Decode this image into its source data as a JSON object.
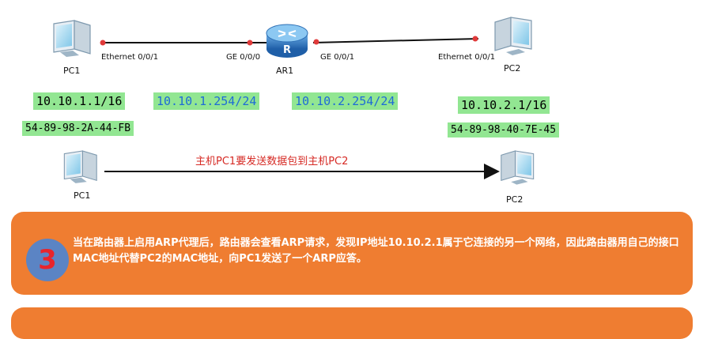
{
  "topology": {
    "pc1": {
      "name": "PC1",
      "interface": "Ethernet 0/0/1",
      "ip": "10.10.1.1/16",
      "mac": "54-89-98-2A-44-FB"
    },
    "router": {
      "name": "AR1",
      "icon_letter": "R",
      "left_interface": "GE 0/0/0",
      "right_interface": "GE 0/0/1",
      "left_ip": "10.10.1.254/24",
      "right_ip": "10.10.2.254/24"
    },
    "pc2": {
      "name": "PC2",
      "interface": "Ethernet 0/0/1",
      "ip": "10.10.2.1/16",
      "mac": "54-89-98-40-7E-45"
    }
  },
  "flow": {
    "src": "PC1",
    "dst": "PC2",
    "label": "主机PC1要发送数据包到主机PC2"
  },
  "step": {
    "number": "3",
    "text": "当在路由器上启用ARP代理后，路由器会查看ARP请求，发现IP地址10.10.2.1属于它连接的另一个网络，因此路由器用自己的接口MAC地址代替PC2的MAC地址，向PC1发送了一个ARP应答。"
  },
  "colors": {
    "panel": "#ef7d31",
    "step_circle": "#5b84c4",
    "step_number": "#e8242b",
    "address_highlight": "#92e692",
    "router_ip_text": "#1e6bd6",
    "port_dot": "#e03a3a"
  }
}
